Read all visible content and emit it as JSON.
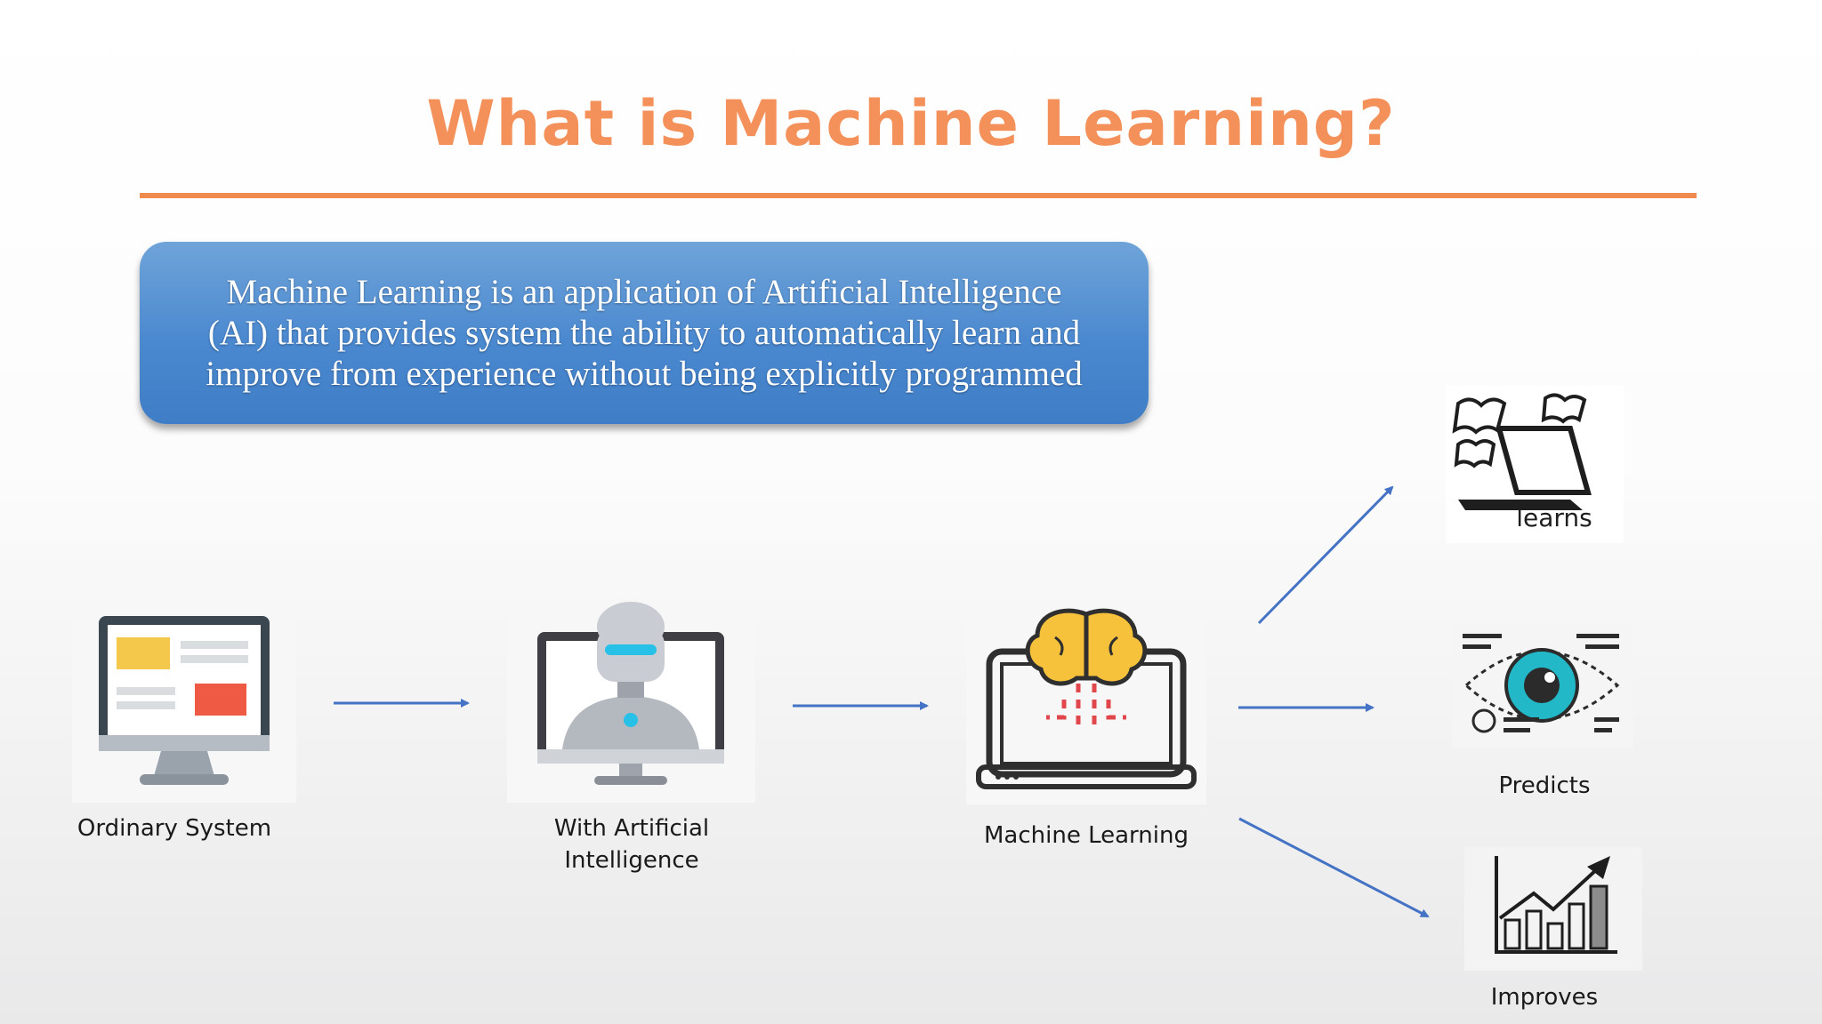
{
  "slide": {
    "title": "What is Machine Learning?",
    "definition": "Machine Learning is an application of Artificial Intelligence\n(AI) that provides system the ability to  automatically learn and\nimprove from experience without being explicitly programmed"
  },
  "flow": {
    "stages": [
      {
        "label": "Ordinary System",
        "icon": "computer-monitor-icon"
      },
      {
        "label": "With Artificial\nIntelligence",
        "icon": "robot-monitor-icon"
      },
      {
        "label": "Machine Learning",
        "icon": "brain-laptop-icon"
      }
    ],
    "outcomes": [
      {
        "label": "learns",
        "icon": "books-laptop-icon"
      },
      {
        "label": "Predicts",
        "icon": "eye-scan-icon"
      },
      {
        "label": "Improves",
        "icon": "growth-chart-icon"
      }
    ]
  },
  "colors": {
    "title": "#f4915a",
    "rule": "#f08b4f",
    "box": "#4a88cf",
    "arrow": "#4472c4"
  }
}
